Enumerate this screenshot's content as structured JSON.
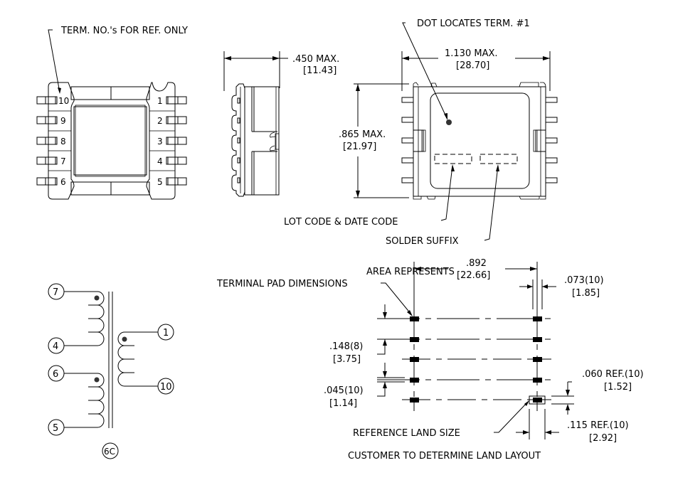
{
  "notes": {
    "term_note": "TERM. NO.'s FOR REF. ONLY",
    "dot_note": "DOT LOCATES TERM. #1",
    "lot_code": "LOT CODE & DATE CODE",
    "solder_suffix": "SOLDER SUFFIX",
    "area_represents_line1": "AREA REPRESENTS",
    "area_represents_line2": "TERMINAL PAD DIMENSIONS",
    "reference_land": "REFERENCE LAND SIZE",
    "customer_note": "CUSTOMER TO DETERMINE LAND LAYOUT"
  },
  "front_view": {
    "left_pins": [
      "10",
      "9",
      "8",
      "7",
      "6"
    ],
    "right_pins": [
      "1",
      "2",
      "3",
      "4",
      "5"
    ]
  },
  "dimensions": {
    "depth_in": ".450 MAX.",
    "depth_mm": "[11.43]",
    "width_in": "1.130 MAX.",
    "width_mm": "[28.70]",
    "height_in": ".865 MAX.",
    "height_mm": "[21.97]",
    "pad_span_in": ".892",
    "pad_span_mm": "[22.66]",
    "pad_width_in": ".073(10)",
    "pad_width_mm": "[1.85]",
    "pitch_in": ".148(8)",
    "pitch_mm": "[3.75]",
    "pad_height_in": ".045(10)",
    "pad_height_mm": "[1.14]",
    "land_height_in": ".060 REF.(10)",
    "land_height_mm": "[1.52]",
    "land_width_in": ".115 REF.(10)",
    "land_width_mm": "[2.92]"
  },
  "schematic": {
    "primary_top": [
      "7",
      "4"
    ],
    "primary_bottom": [
      "6",
      "5"
    ],
    "secondary": [
      "1",
      "10"
    ],
    "schematic_id": "6C"
  }
}
